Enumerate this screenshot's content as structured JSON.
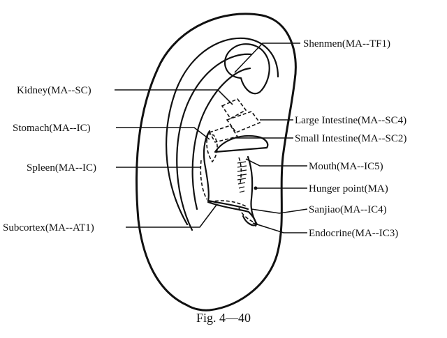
{
  "labels": {
    "shenmen": "Shenmen(MA--TF1)",
    "kidney": "Kidney(MA--SC)",
    "large_intestine": "Large Intestine(MA--SC4)",
    "stomach": "Stomach(MA--IC)",
    "small_intestine": "Small Intestine(MA--SC2)",
    "spleen": "Spleen(MA--IC)",
    "mouth": "Mouth(MA--IC5)",
    "hunger_point": "Hunger point(MA)",
    "sanjiao": "Sanjiao(MA--IC4)",
    "subcortex": "Subcortex(MA--AT1)",
    "endocrine": "Endocrine(MA--IC3)"
  },
  "caption": "Fig. 4—40"
}
